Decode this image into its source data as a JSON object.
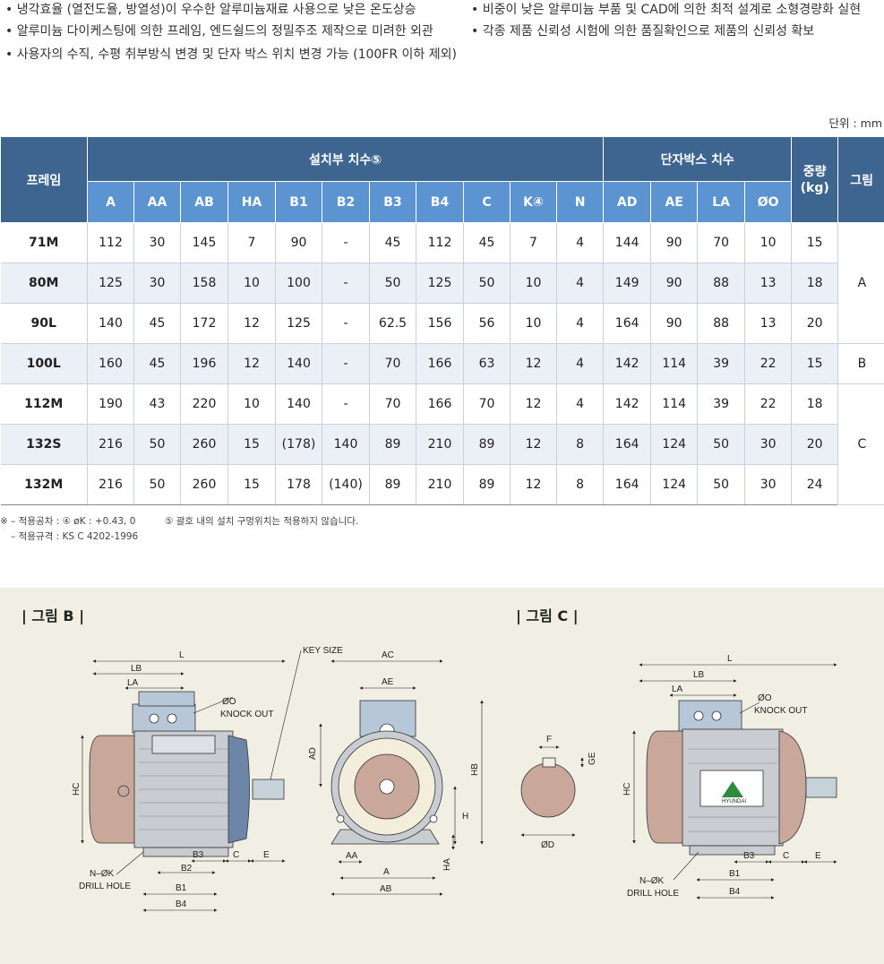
{
  "bullets": [
    "• 냉각효율 (열전도율, 방열성)이 우수한 알루미늄재료 사용으로 낮은 온도상승",
    "• 비중이 낮은 알루미늄 부품 및 CAD에 의한 최적 설계로 소형경량화 실현",
    "• 알루미늄 다이케스팅에 의한 프레임, 엔드쉴드의 정밀주조 제작으로 미려한 외관",
    "• 각종 제품 신뢰성 시험에 의한 품질확인으로 제품의 신뢰성 확보",
    "• 사용자의 수직, 수평 취부방식 변경 및 단자 박스 위치 변경 가능 (100FR 이하 제외)"
  ],
  "unit_label": "단위 : mm",
  "table": {
    "frame_header": "프레임",
    "group_install": "설치부 치수⑤",
    "group_terminal": "단자박스 치수",
    "weight_header": "중량\n(kg)",
    "figure_header": "그림",
    "install_columns": [
      "A",
      "AA",
      "AB",
      "HA",
      "B1",
      "B2",
      "B3",
      "B4",
      "C",
      "K④",
      "N"
    ],
    "terminal_columns": [
      "AD",
      "AE",
      "LA",
      "ØO"
    ],
    "rows": [
      {
        "frame": "71M",
        "values": [
          "112",
          "30",
          "145",
          "7",
          "90",
          "-",
          "45",
          "112",
          "45",
          "7",
          "4",
          "144",
          "90",
          "70",
          "10",
          "15"
        ]
      },
      {
        "frame": "80M",
        "values": [
          "125",
          "30",
          "158",
          "10",
          "100",
          "-",
          "50",
          "125",
          "50",
          "10",
          "4",
          "149",
          "90",
          "88",
          "13",
          "18"
        ]
      },
      {
        "frame": "90L",
        "values": [
          "140",
          "45",
          "172",
          "12",
          "125",
          "-",
          "62.5",
          "156",
          "56",
          "10",
          "4",
          "164",
          "90",
          "88",
          "13",
          "20"
        ]
      },
      {
        "frame": "100L",
        "values": [
          "160",
          "45",
          "196",
          "12",
          "140",
          "-",
          "70",
          "166",
          "63",
          "12",
          "4",
          "142",
          "114",
          "39",
          "22",
          "15"
        ]
      },
      {
        "frame": "112M",
        "values": [
          "190",
          "43",
          "220",
          "10",
          "140",
          "-",
          "70",
          "166",
          "70",
          "12",
          "4",
          "142",
          "114",
          "39",
          "22",
          "18"
        ]
      },
      {
        "frame": "132S",
        "values": [
          "216",
          "50",
          "260",
          "15",
          "(178)",
          "140",
          "89",
          "210",
          "89",
          "12",
          "8",
          "164",
          "124",
          "50",
          "30",
          "20"
        ]
      },
      {
        "frame": "132M",
        "values": [
          "216",
          "50",
          "260",
          "15",
          "178",
          "(140)",
          "89",
          "210",
          "89",
          "12",
          "8",
          "164",
          "124",
          "50",
          "30",
          "24"
        ]
      }
    ],
    "figures": [
      "A",
      "B",
      "C"
    ]
  },
  "notes": {
    "line1": "※ – 적용공차 : ④ øK : +0.43, 0",
    "line1b": "⑤ 괄호 내의 설치 구멍위치는 적용하지 않습니다.",
    "line2": "– 적용규격 : KS C 4202-1996"
  },
  "figures": {
    "fig_b_title": "| 그림 B |",
    "fig_c_title": "| 그림 C |",
    "labels": {
      "L": "L",
      "LB": "LB",
      "LA": "LA",
      "O": "ØO",
      "knock": "KNOCK OUT",
      "key": "KEY SIZE",
      "AC": "AC",
      "AE": "AE",
      "AD": "AD",
      "HB": "HB",
      "H": "H",
      "HC": "HC",
      "B3": "B3",
      "C": "C",
      "E": "E",
      "B2": "B2",
      "B1": "B1",
      "B4": "B4",
      "NK": "N–ØK",
      "drill": "DRILL HOLE",
      "AA": "AA",
      "A": "A",
      "AB": "AB",
      "HA": "HA",
      "F": "F",
      "GE": "GE",
      "D": "ØD",
      "brand": "HYUNDAI"
    }
  },
  "colors": {
    "header_dark": "#3e6590",
    "header_light": "#5c93d1",
    "row_alt": "#eaf0f5",
    "panel_bg": "#f1eee4",
    "motor_end": "#c9a79a",
    "motor_body": "#c9cdd2",
    "terminal_box": "#b7c7d8"
  }
}
